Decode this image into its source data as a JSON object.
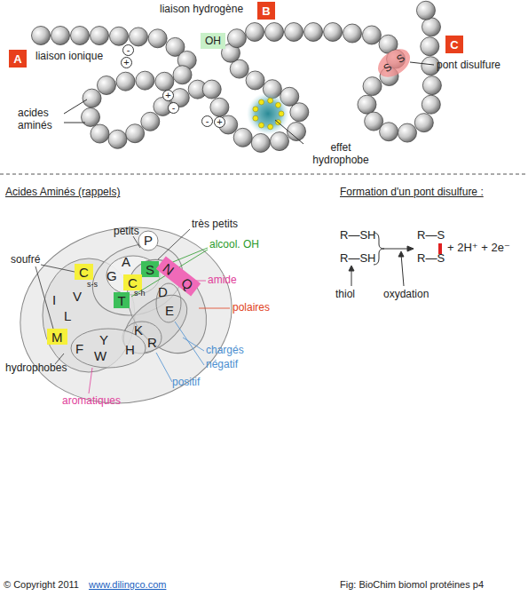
{
  "diagram": {
    "nodes": [
      {
        "text": [
          "A"
        ]
      },
      {
        "text": [
          "B"
        ]
      },
      {
        "text": [
          "OH"
        ]
      },
      {
        "text": [
          "C"
        ]
      },
      {
        "text": [
          "S",
          "S"
        ]
      },
      {
        "text": [
          "-"
        ]
      },
      {
        "text": [
          "+"
        ]
      },
      {
        "text": [
          "+"
        ]
      },
      {
        "text": [
          "-"
        ]
      },
      {
        "text": [
          "-"
        ]
      },
      {
        "text": [
          "+"
        ]
      },
      {
        "text": [
          "C"
        ]
      },
      {
        "text": [
          "S"
        ]
      },
      {
        "text": [
          "C"
        ]
      },
      {
        "text": [
          "N",
          "Q"
        ]
      },
      {
        "text": [
          "T"
        ]
      },
      {
        "text": [
          "M"
        ]
      }
    ],
    "labels": [
      "liaison ionique",
      "liaison hydrogène",
      "pont disulfure",
      "acides aminés",
      "effet hydrophobe",
      "Acides Aminés (rappels)",
      "Formation d'un pont disulfure :",
      "petits",
      "très petits",
      "alcool. OH",
      "soufré",
      "amide",
      "polaires",
      "hydrophobes",
      "aromatiques",
      "chargés",
      "négatif",
      "positif",
      "s-s",
      "s-h",
      "P",
      "A",
      "G",
      "V",
      "D",
      "E",
      "I",
      "L",
      "F",
      "Y",
      "W",
      "H",
      "K",
      "R",
      "R—SH",
      "R—SH",
      "R—S",
      "R—S",
      "+ 2H⁺  +  2e⁻",
      "thiol",
      "oxydation",
      "© Copyright 2011",
      "www.dilingco.com",
      "Fig: BioChim biomol protéines p4"
    ]
  }
}
